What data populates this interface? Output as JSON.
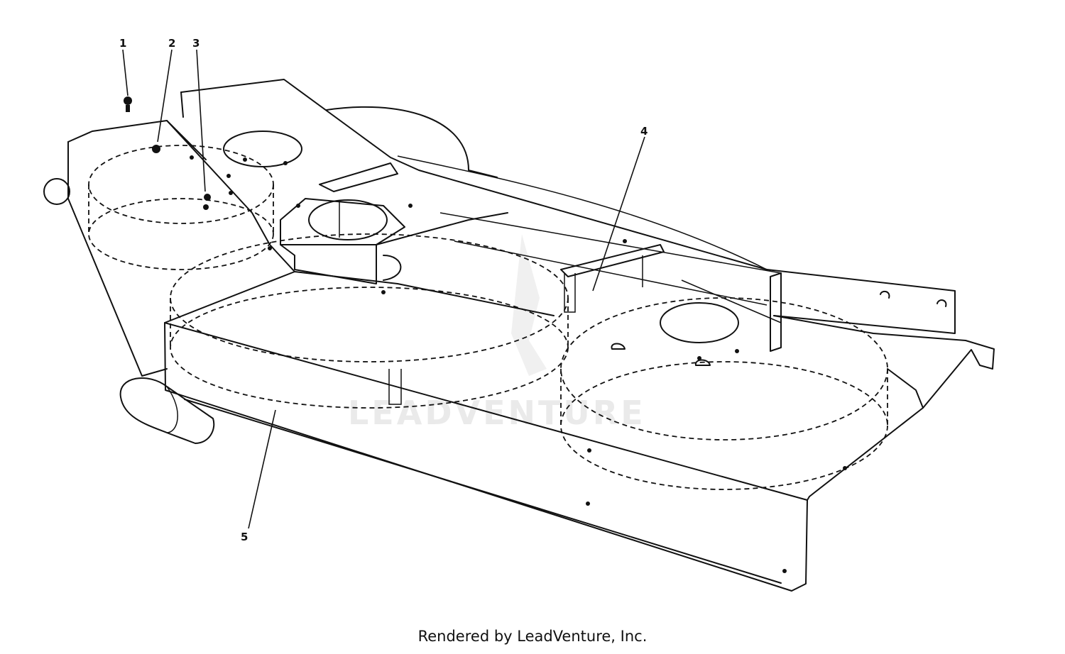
{
  "callouts": [
    {
      "label": "1"
    },
    {
      "label": "2"
    },
    {
      "label": "3"
    },
    {
      "label": "4"
    },
    {
      "label": "5"
    }
  ],
  "watermark": {
    "text": "LEADVENTURE",
    "color": "#d9d9d9"
  },
  "footer": {
    "credit": "Rendered by LeadVenture, Inc."
  },
  "colors": {
    "line": "#111111",
    "background": "#ffffff"
  }
}
